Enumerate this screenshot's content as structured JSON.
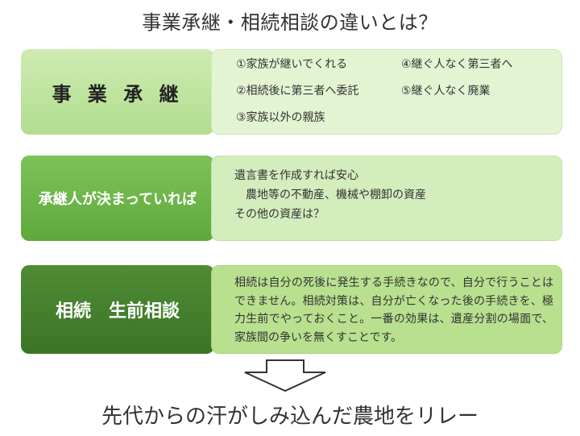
{
  "title": "事業承継・相続相談の違いとは？",
  "rows": [
    {
      "label": "事 業 承 継",
      "items": [
        "①家族が継いでくれる",
        "④継ぐ人なく第三者へ",
        "②相続後に第三者へ委託",
        "⑤継ぐ人なく廃業",
        "③家族以外の親族"
      ]
    },
    {
      "label": "承継人が決まっていれば",
      "lines": [
        "遺言書を作成すれば安心",
        "　農地等の不動産、機械や棚卸の資産",
        "その他の資産は？"
      ]
    },
    {
      "label": "相続　生前相談",
      "text": "相続は自分の死後に発生する手続きなので、自分で行うことはできません。相続対策は、自分が亡くなった後の手続きを、極力生前でやっておくこと。一番の効果は、遺産分割の場面で、家族間の争いを無くすことです。"
    }
  ],
  "footer": "先代からの汗がしみ込んだ農地をリレー",
  "colors": {
    "light": "#e3f4d2",
    "medium": "#5fa93c",
    "dark": "#3c7427"
  }
}
